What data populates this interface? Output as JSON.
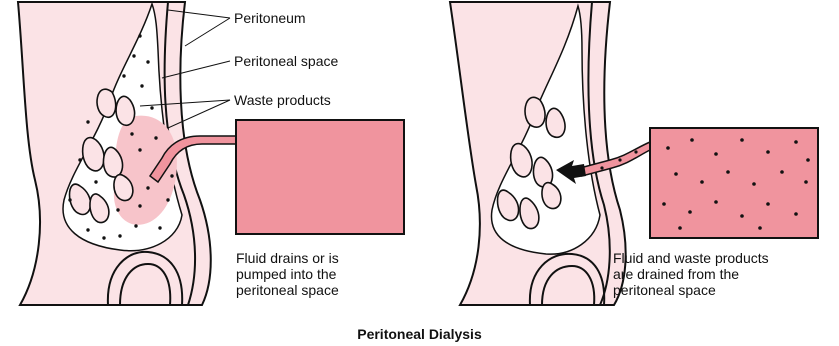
{
  "labels": {
    "peritoneum": "Peritoneum",
    "peritoneal_space": "Peritoneal space",
    "waste_products": "Waste products"
  },
  "captions": {
    "left": "Fluid drains or is\npumped into the\nperitoneal space",
    "right": "Fluid and waste products\nare drained from the\nperitoneal space"
  },
  "title": "Peritoneal Dialysis",
  "colors": {
    "skin": "#fbe3e6",
    "fluid": "#f0949e",
    "outline": "#111111"
  }
}
